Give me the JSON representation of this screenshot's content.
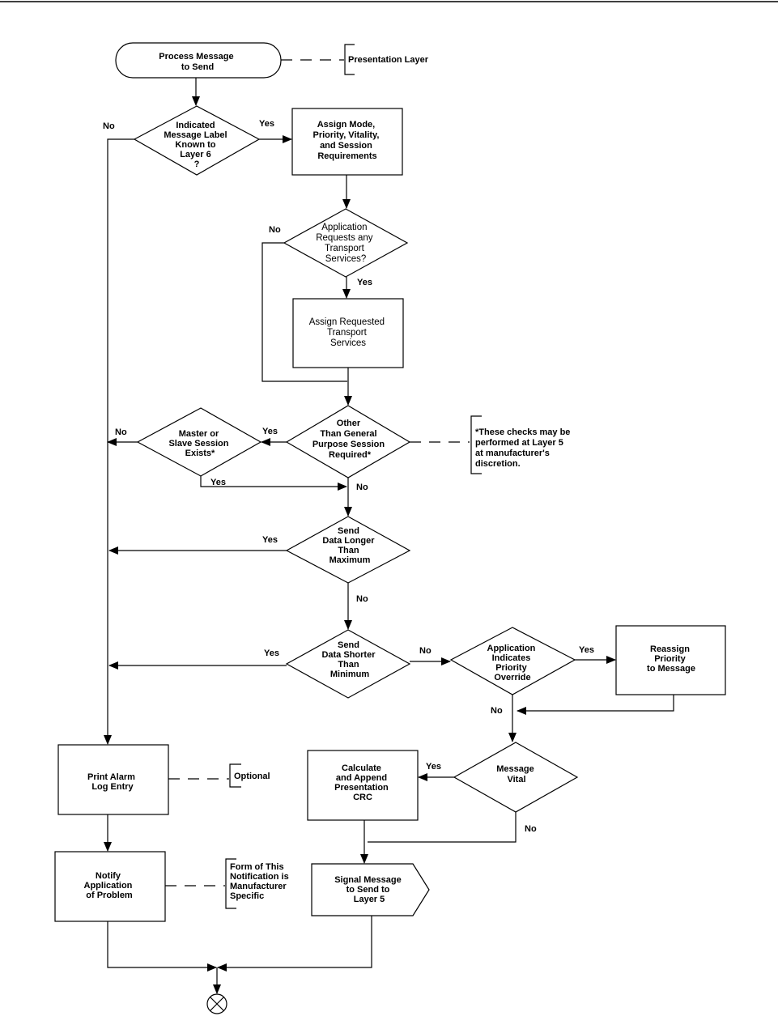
{
  "nodes": {
    "start": [
      "Process Message",
      "to Send"
    ],
    "known": [
      "Indicated",
      "Message Label",
      "Known to",
      "Layer 6",
      "?"
    ],
    "assign_mode": [
      "Assign Mode,",
      "Priority, Vitality,",
      "and Session",
      "Requirements"
    ],
    "app_transport": [
      "Application",
      "Requests any",
      "Transport",
      "Services?"
    ],
    "assign_transport": [
      "Assign Requested",
      "Transport",
      "Services"
    ],
    "other_session": [
      "Other",
      "Than General",
      "Purpose Session",
      "Required*"
    ],
    "master_slave": [
      "Master or",
      "Slave Session",
      "Exists*"
    ],
    "longer": [
      "Send",
      "Data Longer",
      "Than",
      "Maximum"
    ],
    "shorter": [
      "Send",
      "Data Shorter",
      "Than",
      "Minimum"
    ],
    "priority_override": [
      "Application",
      "Indicates",
      "Priority",
      "Override"
    ],
    "reassign": [
      "Reassign",
      "Priority",
      "to Message"
    ],
    "vital": [
      "Message",
      "Vital"
    ],
    "crc": [
      "Calculate",
      "and Append",
      "Presentation",
      "CRC"
    ],
    "alarm": [
      "Print Alarm",
      "Log Entry"
    ],
    "notify": [
      "Notify",
      "Application",
      "of Problem"
    ],
    "signal": [
      "Signal Message",
      "to Send to",
      "Layer 5"
    ]
  },
  "annotations": {
    "presentation_layer": [
      "Presentation Layer"
    ],
    "checks_note": [
      "*These checks may be",
      "performed at Layer 5",
      "at manufacturer's",
      "discretion."
    ],
    "optional": [
      "Optional"
    ],
    "notification_note": [
      "Form of This",
      "Notification is",
      "Manufacturer",
      "Specific"
    ]
  },
  "edge_labels": {
    "known_no": "No",
    "known_yes": "Yes",
    "transport_no": "No",
    "transport_yes": "Yes",
    "other_yes": "Yes",
    "other_no": "No",
    "master_no": "No",
    "master_yes": "Yes",
    "longer_yes": "Yes",
    "longer_no": "No",
    "shorter_yes": "Yes",
    "shorter_no": "No",
    "override_yes": "Yes",
    "override_no": "No",
    "vital_yes": "Yes",
    "vital_no": "No"
  }
}
